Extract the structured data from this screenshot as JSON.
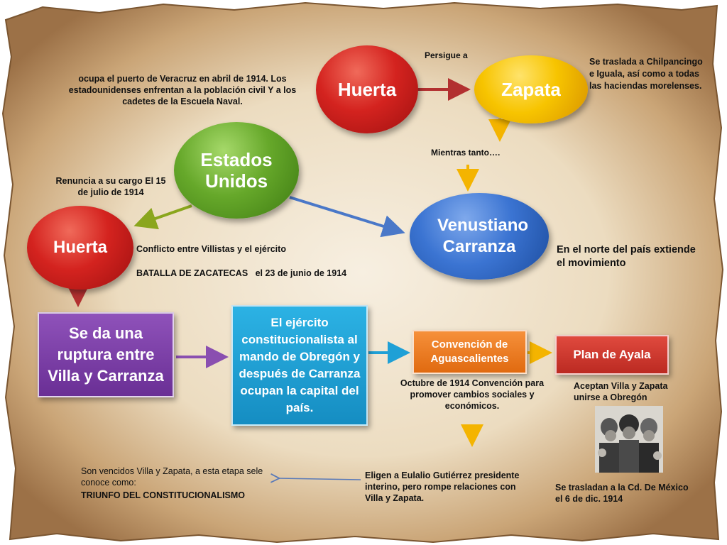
{
  "colors": {
    "huerta_red": "#c0191b",
    "zapata_yellow": "#f6b800",
    "estados_green": "#5a9d20",
    "carranza_blue": "#2b67c9",
    "ruptura_purple": "#7a3fa3",
    "ejercito_cyan": "#1fa0d6",
    "convencion_orange": "#ef7a1d",
    "ayala_red": "#d1342a",
    "parchment": "#d6b88f"
  },
  "nodes": {
    "huerta_top": "Huerta",
    "zapata": "Zapata",
    "estados_unidos": "Estados Unidos",
    "carranza": "Venustiano Carranza",
    "huerta_left": "Huerta",
    "ruptura": "Se da una ruptura entre Villa y Carranza",
    "ejercito": "El ejército constitucionalista al mando de Obregón y después de Carranza ocupan la capital del país.",
    "convencion": "Convención de Aguascalientes",
    "plan_ayala": "Plan de Ayala"
  },
  "labels": {
    "persigue": "Persigue a",
    "veracruz": "ocupa el puerto de Veracruz en abril de 1914. Los estadounidenses enfrentan a la población civil Y a los cadetes de la Escuela Naval.",
    "chilpancingo": "Se traslada a Chilpancingo e Iguala, así como a todas las haciendas morelenses.",
    "mientras": "Mientras tanto….",
    "renuncia": "Renuncia a su cargo El 15 de julio de 1914",
    "conflicto": "Conflicto entre Villistas y el ejército",
    "zacatecas": "BATALLA DE ZACATECAS   el 23 de junio de 1914",
    "norte": "En el norte del país extiende el movimiento",
    "octubre": "Octubre de 1914 Convención para promover cambios sociales y económicos.",
    "aceptan": "Aceptan Villa y Zapata unirse a Obregón",
    "trasladan": "Se trasladan a la Cd. De México el 6 de dic. 1914",
    "eligen": "Eligen a Eulalio Gutiérrez presidente interino, pero rompe relaciones con Villa y Zapata.",
    "vencidos": "Son vencidos Villa y Zapata, a esta etapa sele conoce como:",
    "triunfo": "TRIUNFO DEL CONSTITUCIONALISMO"
  }
}
